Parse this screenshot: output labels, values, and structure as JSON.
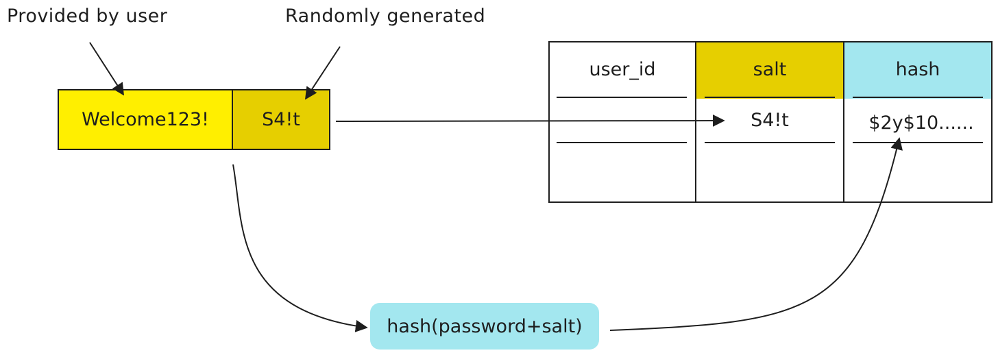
{
  "annotations": {
    "provided_by_user": "Provided by user",
    "randomly_generated": "Randomly generated"
  },
  "input": {
    "password": "Welcome123!",
    "salt": "S4!t"
  },
  "function": {
    "label": "hash(password+salt)"
  },
  "table": {
    "columns": [
      {
        "header": "user_id",
        "value": ""
      },
      {
        "header": "salt",
        "value": "S4!t"
      },
      {
        "header": "hash",
        "value": "$2y$10......"
      }
    ]
  },
  "colors": {
    "password_fill": "#ffef00",
    "salt_fill": "#e6cf00",
    "hash_fill": "#a3e7ef",
    "stroke": "#1e1e1e"
  }
}
